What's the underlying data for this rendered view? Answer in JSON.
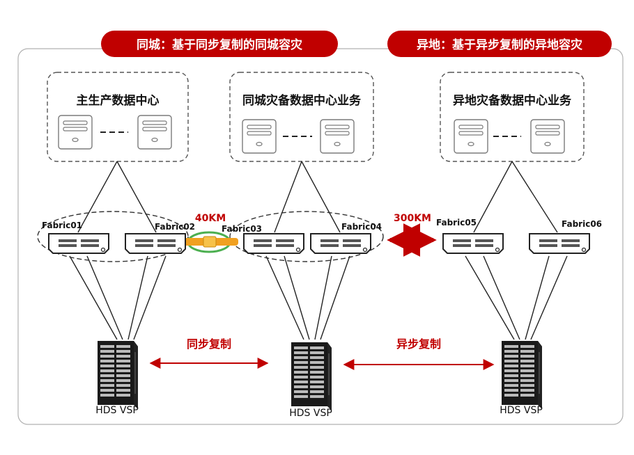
{
  "header": {
    "sync_zone_title": "同城：基于同步复制的同城容灾",
    "async_zone_title": "异地：基于异步复制的异地容灾"
  },
  "datacenters": [
    {
      "title": "主生产数据中心"
    },
    {
      "title": "同城灾备数据中心业务"
    },
    {
      "title": "异地灾备数据中心业务"
    }
  ],
  "fabrics": [
    "Fabric01",
    "Fabric02",
    "Fabric03",
    "Fabric04",
    "Fabric05",
    "Fabric06"
  ],
  "links": {
    "metro_distance": "40KM",
    "remote_distance": "300KM"
  },
  "replication": {
    "sync_label": "同步复制",
    "async_label": "异步复制"
  },
  "storage": [
    {
      "label": "HDS VSP"
    },
    {
      "label": "HDS VSP"
    },
    {
      "label": "HDS VSP"
    }
  ],
  "colors": {
    "accent_red": "#c00000",
    "link_orange": "#f0a020",
    "link_green": "#4caf50"
  }
}
